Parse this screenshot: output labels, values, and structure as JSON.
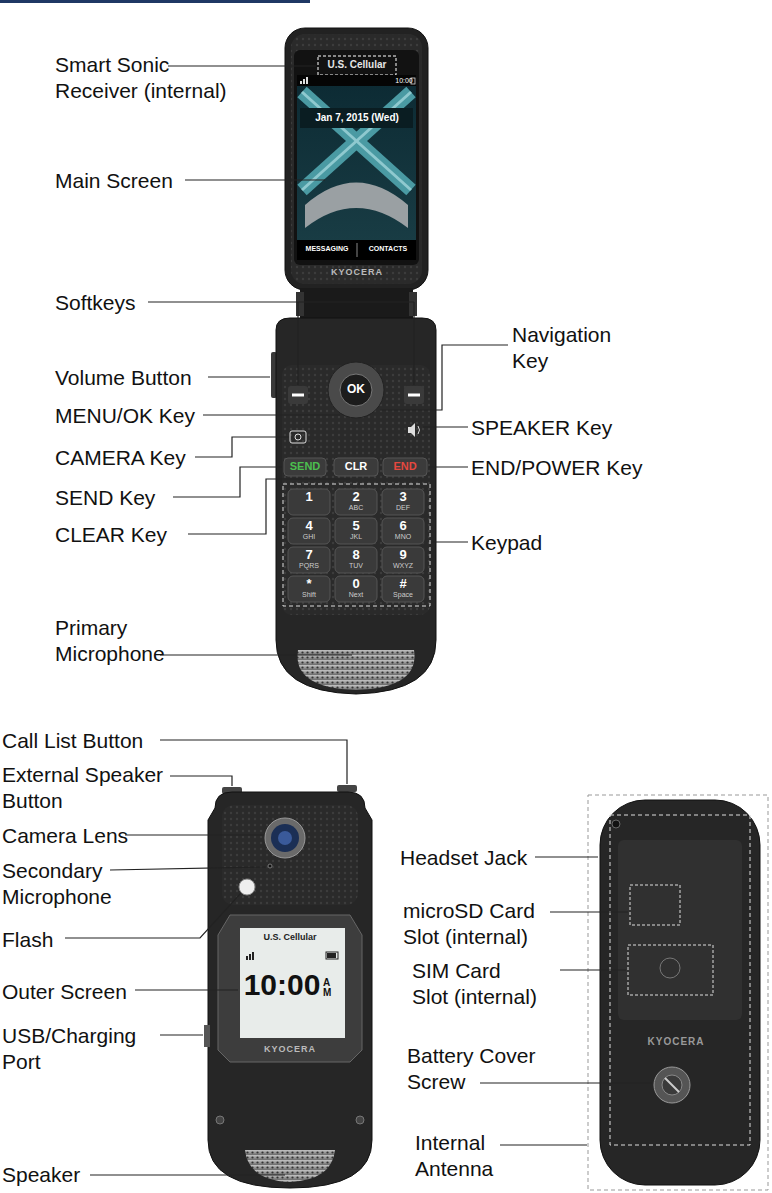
{
  "diagram": {
    "labels": [
      "Smart Sonic Receiver (internal)",
      "U.S. Cellular",
      "10:00",
      "Jan 7, 2015 (Wed)",
      "Main Screen",
      "MESSAGING",
      "CONTACTS",
      "KYOCERA",
      "Softkeys",
      "Navigation Key",
      "Volume Button",
      "MENU/OK Key",
      "OK",
      "SPEAKER Key",
      "CAMERA Key",
      "SEND",
      "CLR",
      "END",
      "END/POWER Key",
      "SEND Key",
      "CLEAR Key",
      "Keypad",
      "1",
      "2",
      "ABC",
      "3",
      "DEF",
      "4",
      "GHI",
      "5",
      "JKL",
      "6",
      "MNO",
      "7",
      "PQRS",
      "8",
      "TUV",
      "9",
      "WXYZ",
      "*",
      "Shift",
      "0",
      "Next",
      "#",
      "Space",
      "Primary Microphone",
      "Call List Button",
      "External Speaker Button",
      "Camera Lens",
      "Secondary Microphone",
      "Flash",
      "U.S. Cellular",
      "Outer Screen",
      "10:00",
      "AM",
      "USB/Charging Port",
      "KYOCERA",
      "Speaker",
      "Headset Jack",
      "microSD Card Slot (internal)",
      "SIM Card Slot (internal)",
      "KYOCERA",
      "Battery Cover Screw",
      "Internal Antenna"
    ]
  }
}
